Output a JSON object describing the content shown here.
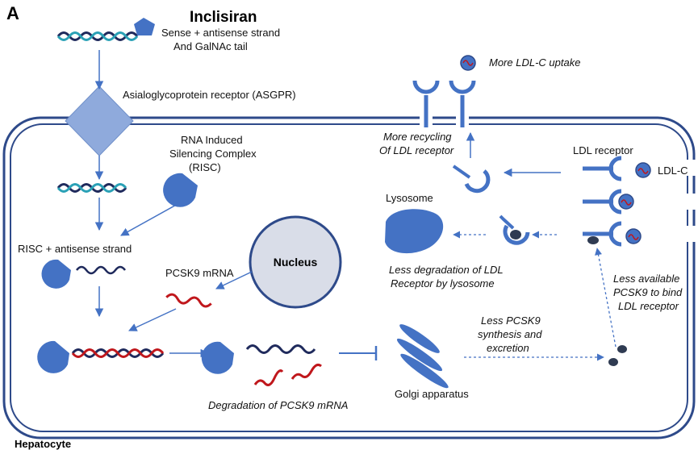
{
  "panel_letter": "A",
  "drug_name": "Inclisiran",
  "drug_desc_line1": "Sense + antisense strand",
  "drug_desc_line2": "And GalNAc tail",
  "asgpr_label": "Asialoglycoprotein receptor (ASGPR)",
  "risc_label_line1": "RNA Induced",
  "risc_label_line2": "Silencing Complex",
  "risc_label_line3": "(RISC)",
  "risc_antisense_label": "RISC + antisense strand",
  "pcsk9_mrna_label": "PCSK9 mRNA",
  "nucleus_label": "Nucleus",
  "degradation_label": "Degradation of PCSK9 mRNA",
  "golgi_label": "Golgi apparatus",
  "lysosome_label": "Lysosome",
  "less_degradation_line1": "Less degradation of LDL",
  "less_degradation_line2": "Receptor by lysosome",
  "more_recycling_line1": "More recycling",
  "more_recycling_line2": "Of LDL receptor",
  "more_uptake_label": "More LDL-C uptake",
  "ldl_receptor_label": "LDL receptor",
  "ldlc_label": "LDL-C",
  "less_pcsk9_line1": "Less PCSK9",
  "less_pcsk9_line2": "synthesis and",
  "less_pcsk9_line3": "excretion",
  "less_available_line1": "Less available",
  "less_available_line2": "PCSK9 to bind",
  "less_available_line3": "LDL receptor",
  "cell_label": "Hepatocyte",
  "colors": {
    "membrane": "#2e4a8a",
    "blue_shape": "#4472c4",
    "strand_dark": "#1f2a5c",
    "mrna_red": "#c0171c",
    "nucleus_fill": "#d9dde8",
    "asgpr_fill": "#8faadc",
    "pcsk9_dark": "#2f3b52"
  }
}
